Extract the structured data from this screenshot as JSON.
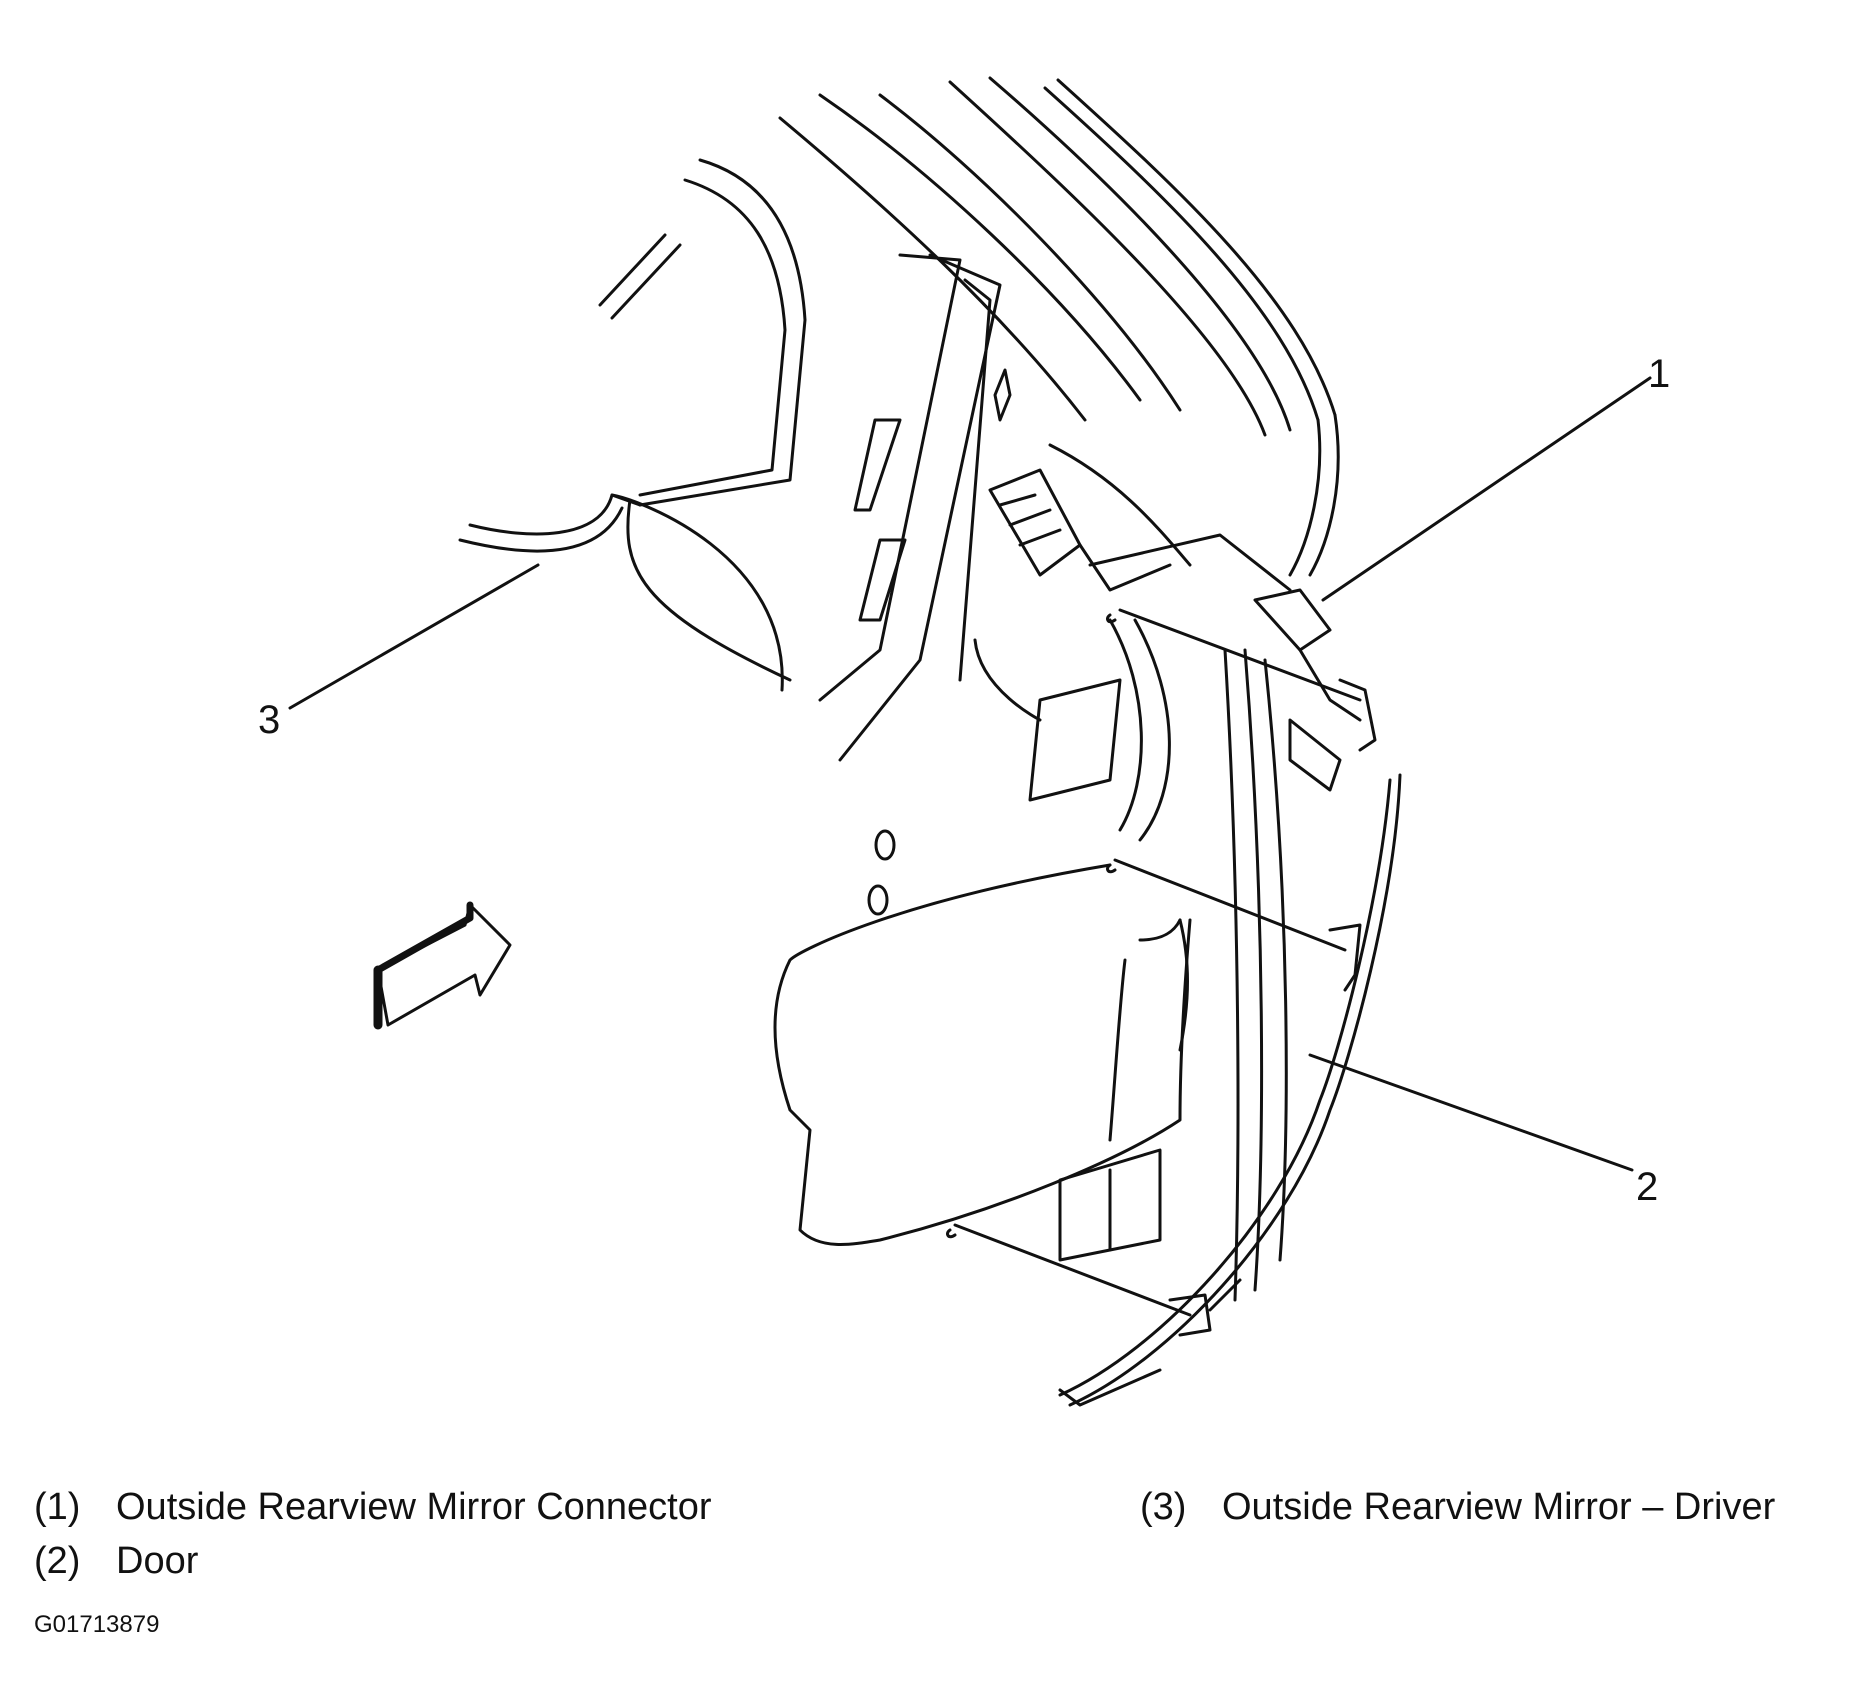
{
  "diagram": {
    "callouts": [
      {
        "id": "callout-1",
        "number": "1"
      },
      {
        "id": "callout-2",
        "number": "2"
      },
      {
        "id": "callout-3",
        "number": "3"
      }
    ],
    "legend": [
      {
        "num": "(1)",
        "label": "Outside Rearview Mirror Connector"
      },
      {
        "num": "(2)",
        "label": "Door"
      },
      {
        "num": "(3)",
        "label": "Outside Rearview Mirror – Driver"
      }
    ],
    "figure_id": "G01713879"
  }
}
